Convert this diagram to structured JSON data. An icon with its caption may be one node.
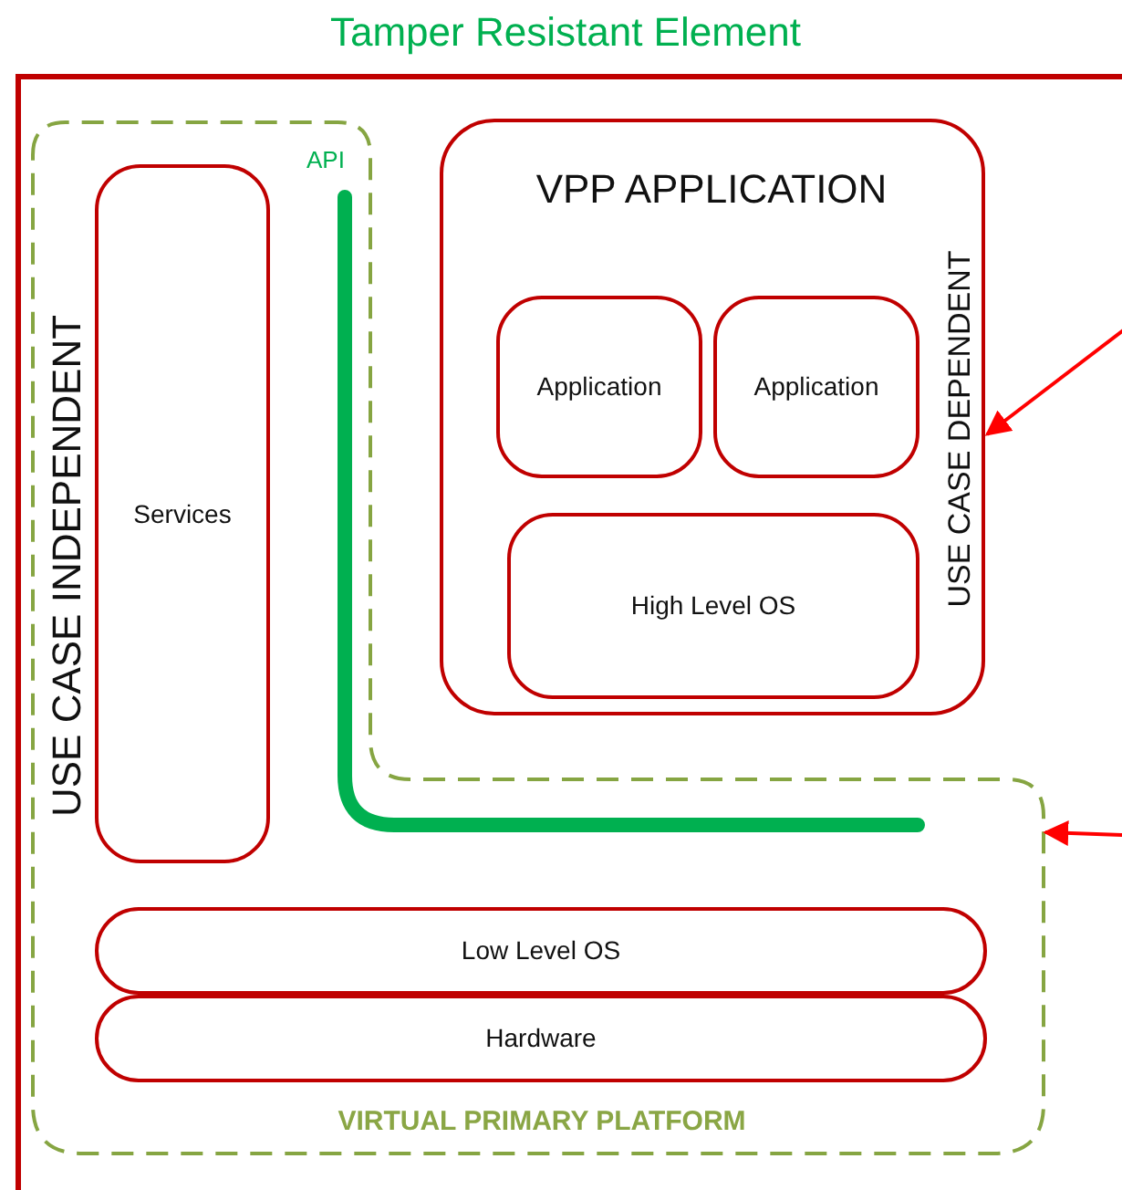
{
  "diagram": {
    "nodes": [
      {
        "text": [
          "Tamper Resistant Element"
        ]
      },
      {
        "text": [
          "USE CASE INDEPENDENT",
          "VIRTUAL PRIMARY PLATFORM"
        ],
        "in": 0
      },
      {
        "text": [
          "Services"
        ],
        "in": 1
      },
      {
        "text": [
          "VPP APPLICATION",
          "USE CASE DEPENDENT"
        ],
        "in": 0
      },
      {
        "text": [
          "Application"
        ],
        "in": 3
      },
      {
        "text": [
          "Application"
        ],
        "in": 3
      },
      {
        "text": [
          "High Level OS"
        ],
        "in": 3
      },
      {
        "text": [
          "Low Level OS"
        ],
        "in": 1
      },
      {
        "text": [
          "Hardware"
        ],
        "in": 1
      }
    ],
    "edges": [
      {
        "from": null,
        "to": 3,
        "arrow": "to"
      },
      {
        "from": null,
        "to": 1,
        "arrow": "to"
      }
    ],
    "labels": [
      "API"
    ]
  }
}
